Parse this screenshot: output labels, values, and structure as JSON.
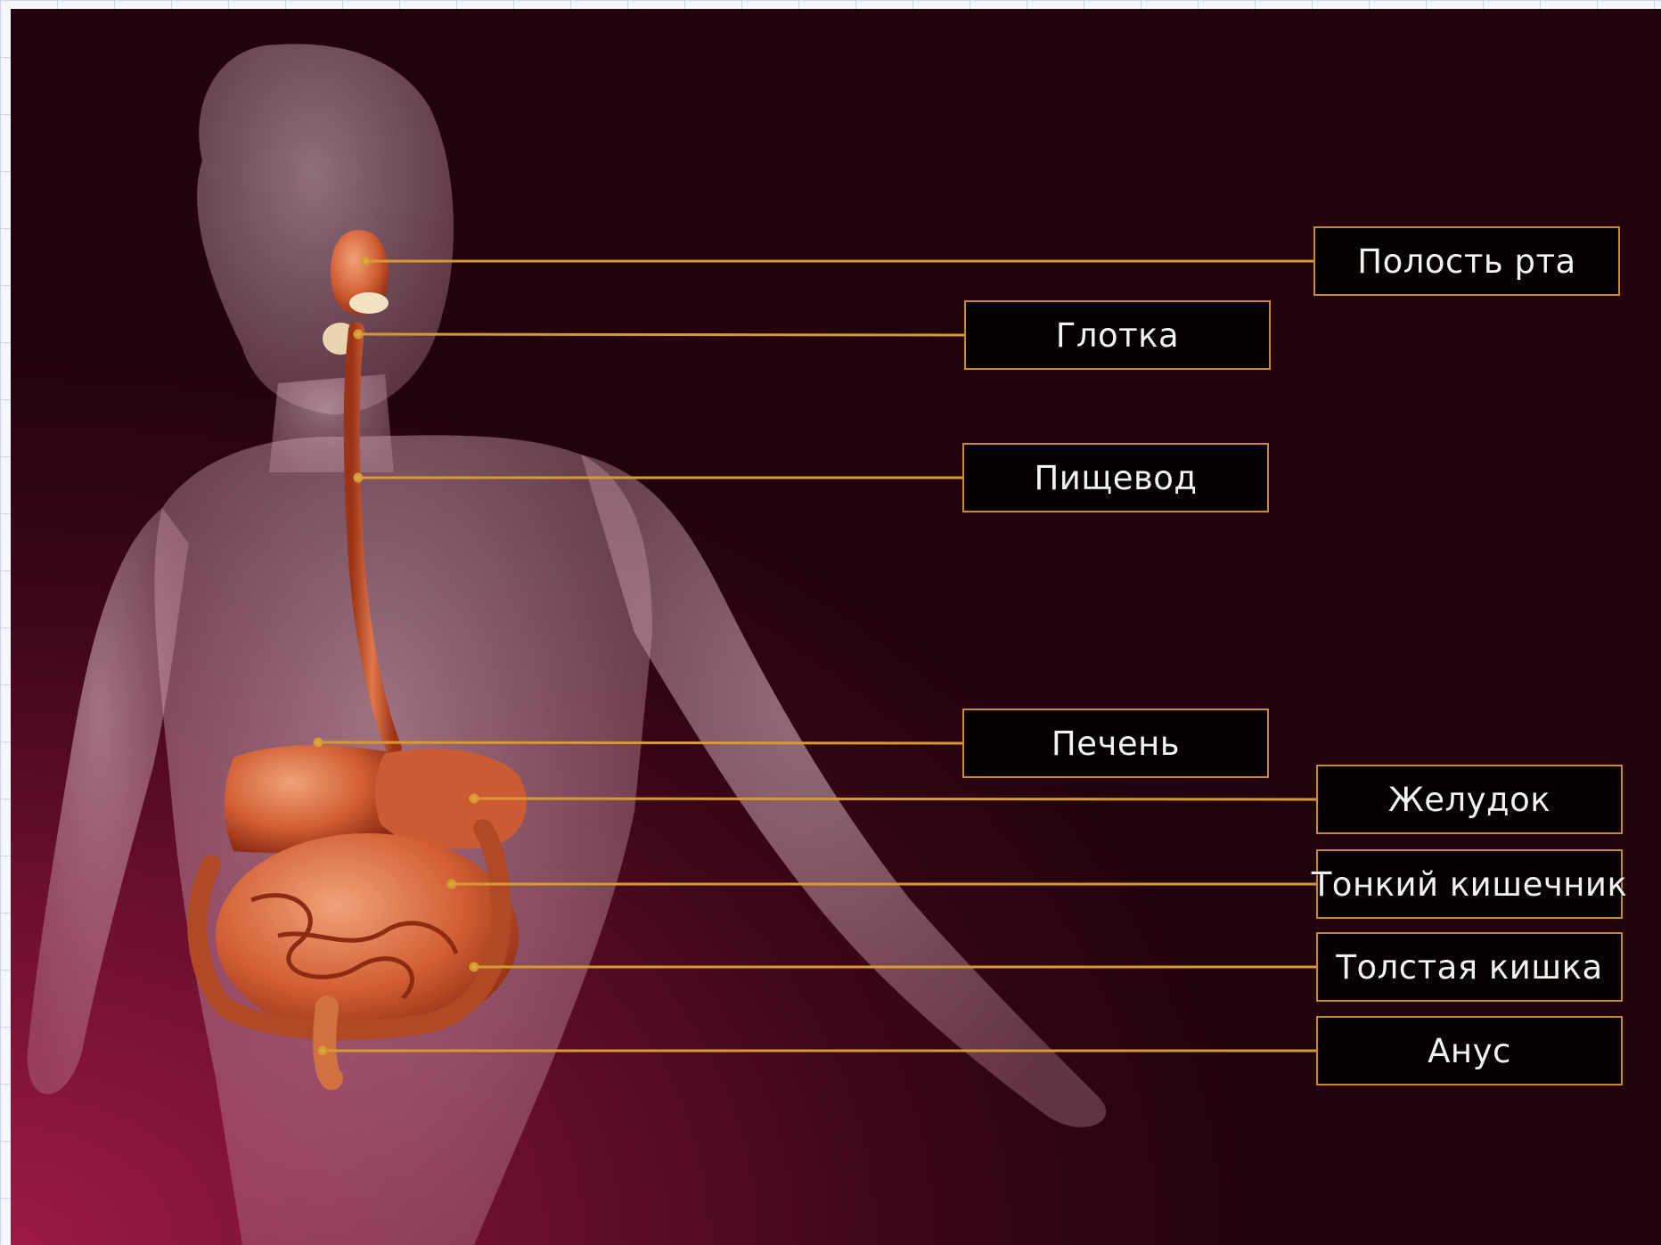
{
  "diagram": {
    "labels": [
      {
        "id": "mouth",
        "text": "Полость рта"
      },
      {
        "id": "pharynx",
        "text": "Глотка"
      },
      {
        "id": "esophagus",
        "text": "Пищевод"
      },
      {
        "id": "liver",
        "text": "Печень"
      },
      {
        "id": "stomach",
        "text": "Желудок"
      },
      {
        "id": "small-intestine",
        "text": "Тонкий кишечник"
      },
      {
        "id": "large-intestine",
        "text": "Толстая кишка"
      },
      {
        "id": "anus",
        "text": "Анус"
      }
    ],
    "colors": {
      "background": "#6a0f2d",
      "leader_line": "#d79a33",
      "box_border": "#c98a2e",
      "organ": "#c8502a"
    }
  }
}
